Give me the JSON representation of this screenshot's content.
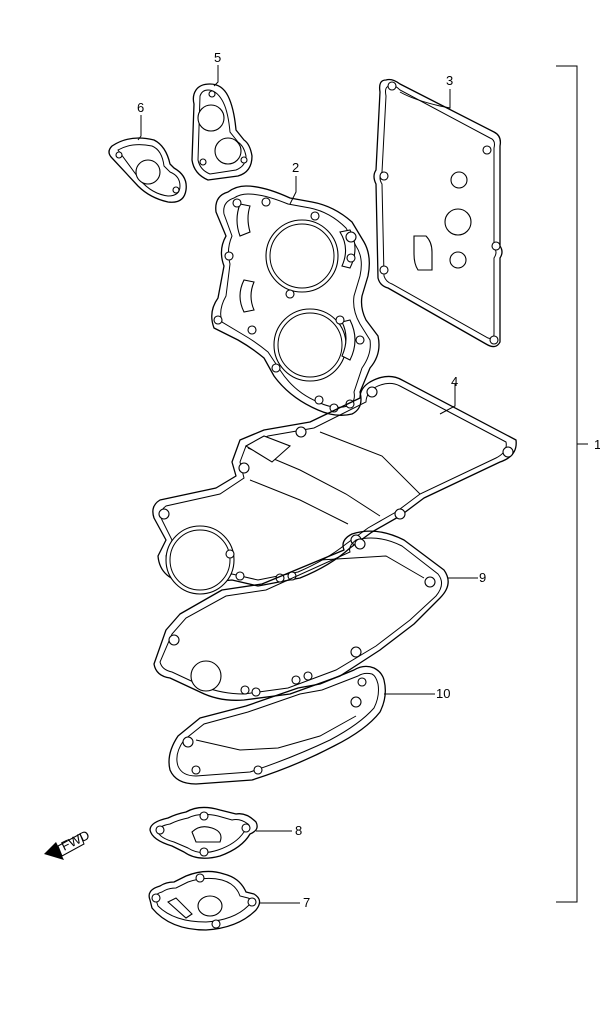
{
  "diagram": {
    "callouts": [
      {
        "id": "1",
        "label": "1"
      },
      {
        "id": "2",
        "label": "2"
      },
      {
        "id": "3",
        "label": "3"
      },
      {
        "id": "4",
        "label": "4"
      },
      {
        "id": "5",
        "label": "5"
      },
      {
        "id": "6",
        "label": "6"
      },
      {
        "id": "7",
        "label": "7"
      },
      {
        "id": "8",
        "label": "8"
      },
      {
        "id": "9",
        "label": "9"
      },
      {
        "id": "10",
        "label": "10"
      }
    ],
    "fwd_label": "FWD"
  }
}
